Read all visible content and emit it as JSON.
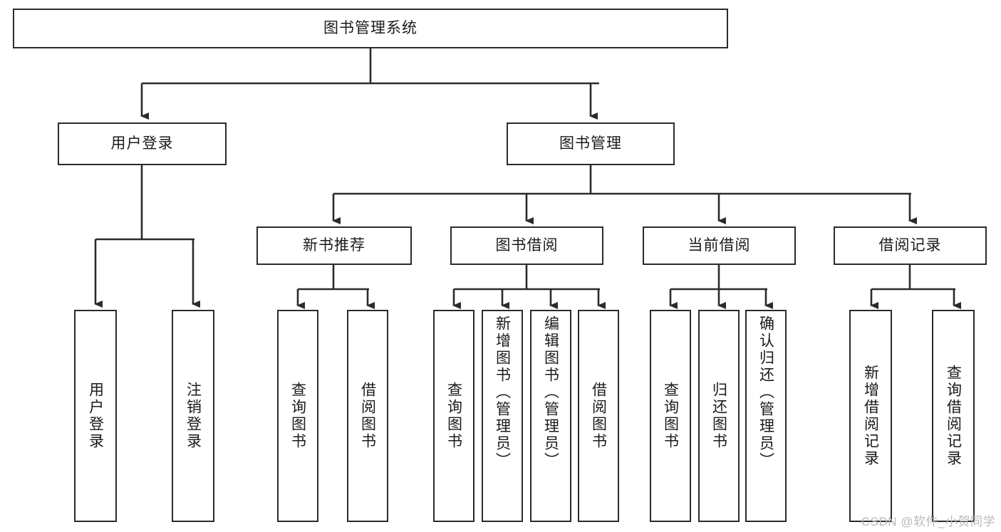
{
  "diagram": {
    "type": "tree-hierarchy",
    "title": "图书管理系统",
    "orientation": "top-down",
    "colors": {
      "background": "#ffffff",
      "node_fill": "#ffffff",
      "node_stroke": "#2b2b2b",
      "edge_stroke": "#2b2b2b",
      "text": "#1a1a1a",
      "watermark": "#b9b9b9"
    },
    "nodes": {
      "root": {
        "label": "图书管理系统",
        "level": 1,
        "text_orientation": "horizontal"
      },
      "l2": [
        {
          "id": "user_login",
          "label": "用户登录",
          "level": 2,
          "text_orientation": "horizontal"
        },
        {
          "id": "book_mgmt",
          "label": "图书管理",
          "level": 2,
          "text_orientation": "horizontal"
        }
      ],
      "l3": [
        {
          "id": "new_book_rec",
          "label": "新书推荐",
          "level": 3,
          "text_orientation": "horizontal",
          "parent": "book_mgmt"
        },
        {
          "id": "book_borrow",
          "label": "图书借阅",
          "level": 3,
          "text_orientation": "horizontal",
          "parent": "book_mgmt"
        },
        {
          "id": "current_borrow",
          "label": "当前借阅",
          "level": 3,
          "text_orientation": "horizontal",
          "parent": "book_mgmt"
        },
        {
          "id": "borrow_record",
          "label": "借阅记录",
          "level": 3,
          "text_orientation": "horizontal",
          "parent": "book_mgmt"
        }
      ],
      "leaves": [
        {
          "id": "leaf_user_login",
          "label": "用户登录",
          "parent": "user_login",
          "text_orientation": "vertical"
        },
        {
          "id": "leaf_logout",
          "label": "注销登录",
          "parent": "user_login",
          "text_orientation": "vertical"
        },
        {
          "id": "leaf_query_book_1",
          "label": "查询图书",
          "parent": "new_book_rec",
          "text_orientation": "vertical"
        },
        {
          "id": "leaf_borrow_book_1",
          "label": "借阅图书",
          "parent": "new_book_rec",
          "text_orientation": "vertical"
        },
        {
          "id": "leaf_query_book_2",
          "label": "查询图书",
          "parent": "book_borrow",
          "text_orientation": "vertical"
        },
        {
          "id": "leaf_add_book",
          "label": "新增图书（管理员）",
          "parent": "book_borrow",
          "text_orientation": "vertical"
        },
        {
          "id": "leaf_edit_book",
          "label": "编辑图书（管理员）",
          "parent": "book_borrow",
          "text_orientation": "vertical"
        },
        {
          "id": "leaf_borrow_book_2",
          "label": "借阅图书",
          "parent": "book_borrow",
          "text_orientation": "vertical"
        },
        {
          "id": "leaf_query_book_3",
          "label": "查询图书",
          "parent": "current_borrow",
          "text_orientation": "vertical"
        },
        {
          "id": "leaf_return_book",
          "label": "归还图书",
          "parent": "current_borrow",
          "text_orientation": "vertical"
        },
        {
          "id": "leaf_confirm_return",
          "label": "确认归还（管理员）",
          "parent": "current_borrow",
          "text_orientation": "vertical"
        },
        {
          "id": "leaf_add_record",
          "label": "新增借阅记录",
          "parent": "borrow_record",
          "text_orientation": "vertical"
        },
        {
          "id": "leaf_query_record",
          "label": "查询借阅记录",
          "parent": "borrow_record",
          "text_orientation": "vertical"
        }
      ]
    }
  },
  "watermark": {
    "text": "CSDN @软件_小贺同学"
  }
}
